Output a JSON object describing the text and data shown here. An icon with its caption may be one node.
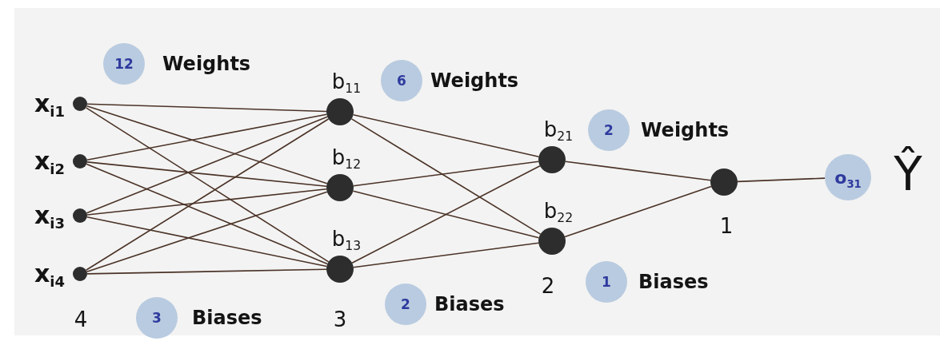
{
  "diagram": {
    "nodes": [
      {
        "text": [],
        "shape": "circle",
        "beside": [
          "x$_{i1}$"
        ]
      },
      {
        "text": [],
        "shape": "circle",
        "beside": [
          "x$_{i2}$"
        ]
      },
      {
        "text": [],
        "shape": "circle",
        "beside": [
          "x$_{i3}$"
        ]
      },
      {
        "text": [],
        "shape": "circle",
        "beside": [
          "x$_{i4}$"
        ]
      },
      {
        "text": [],
        "shape": "circle",
        "beside": [
          "b$_{11}$"
        ]
      },
      {
        "text": [],
        "shape": "circle",
        "beside": [
          "b$_{12}$"
        ]
      },
      {
        "text": [],
        "shape": "circle",
        "beside": [
          "b$_{13}$"
        ]
      },
      {
        "text": [],
        "shape": "circle",
        "beside": [
          "b$_{21}$"
        ]
      },
      {
        "text": [],
        "shape": "circle",
        "beside": [
          "b$_{22}$"
        ]
      },
      {
        "text": [],
        "shape": "circle"
      },
      {
        "text": [
          "o$_{31}$"
        ]
      },
      {
        "text": [
          "12"
        ],
        "beside": [
          "Weights"
        ]
      },
      {
        "text": [
          "6"
        ],
        "beside": [
          "Weights"
        ]
      },
      {
        "text": [
          "2"
        ],
        "beside": [
          "Weights"
        ]
      },
      {
        "text": [
          "3"
        ],
        "beside": [
          "Biases"
        ]
      },
      {
        "text": [
          "2"
        ],
        "beside": [
          "Biases"
        ]
      },
      {
        "text": [
          "1"
        ],
        "beside": [
          "Biases"
        ]
      }
    ],
    "edges": [
      {
        "from": 0,
        "to": 4,
        "arrow": "none"
      },
      {
        "from": 0,
        "to": 5,
        "arrow": "none"
      },
      {
        "from": 0,
        "to": 6,
        "arrow": "none"
      },
      {
        "from": 1,
        "to": 4,
        "arrow": "none"
      },
      {
        "from": 1,
        "to": 5,
        "arrow": "none"
      },
      {
        "from": 1,
        "to": 6,
        "arrow": "none"
      },
      {
        "from": 2,
        "to": 4,
        "arrow": "none"
      },
      {
        "from": 2,
        "to": 5,
        "arrow": "none"
      },
      {
        "from": 2,
        "to": 6,
        "arrow": "none"
      },
      {
        "from": 3,
        "to": 4,
        "arrow": "none"
      },
      {
        "from": 3,
        "to": 5,
        "arrow": "none"
      },
      {
        "from": 3,
        "to": 6,
        "arrow": "none"
      },
      {
        "from": 4,
        "to": 7,
        "arrow": "none"
      },
      {
        "from": 4,
        "to": 8,
        "arrow": "none"
      },
      {
        "from": 5,
        "to": 7,
        "arrow": "none"
      },
      {
        "from": 5,
        "to": 8,
        "arrow": "none"
      },
      {
        "from": 6,
        "to": 7,
        "arrow": "none"
      },
      {
        "from": 6,
        "to": 8,
        "arrow": "none"
      },
      {
        "from": 7,
        "to": 9,
        "arrow": "none"
      },
      {
        "from": 8,
        "to": 9,
        "arrow": "none"
      },
      {
        "from": 9,
        "to": 10,
        "arrow": "none"
      }
    ],
    "labels": [
      "4",
      "3",
      "2",
      "1",
      "Ŷ"
    ]
  }
}
